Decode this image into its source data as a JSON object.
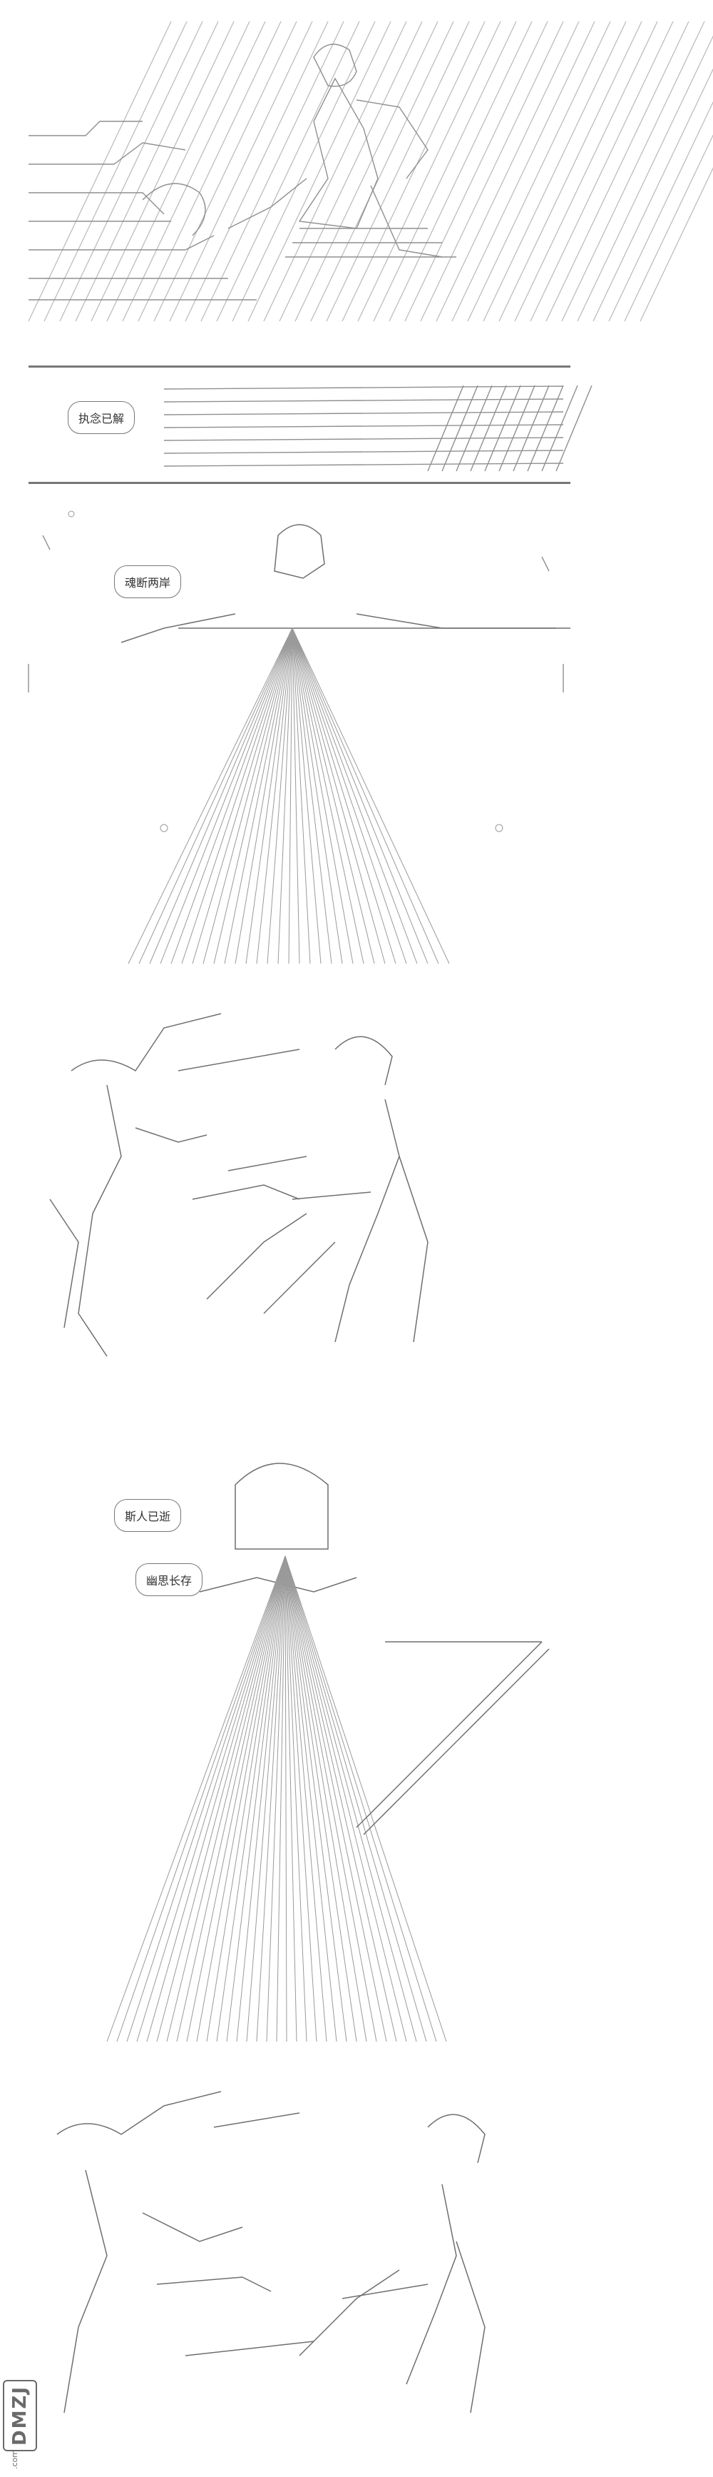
{
  "bubbles": {
    "b1": "执念已解",
    "b2": "魂断两岸",
    "b3": "斯人已逝",
    "b4": "幽思长存"
  },
  "watermark": {
    "logo": "DMZJ",
    "domain": ".com"
  },
  "colors": {
    "background": "#ffffff",
    "art_line": "#8f8f8f",
    "bubble_border": "#777777"
  }
}
